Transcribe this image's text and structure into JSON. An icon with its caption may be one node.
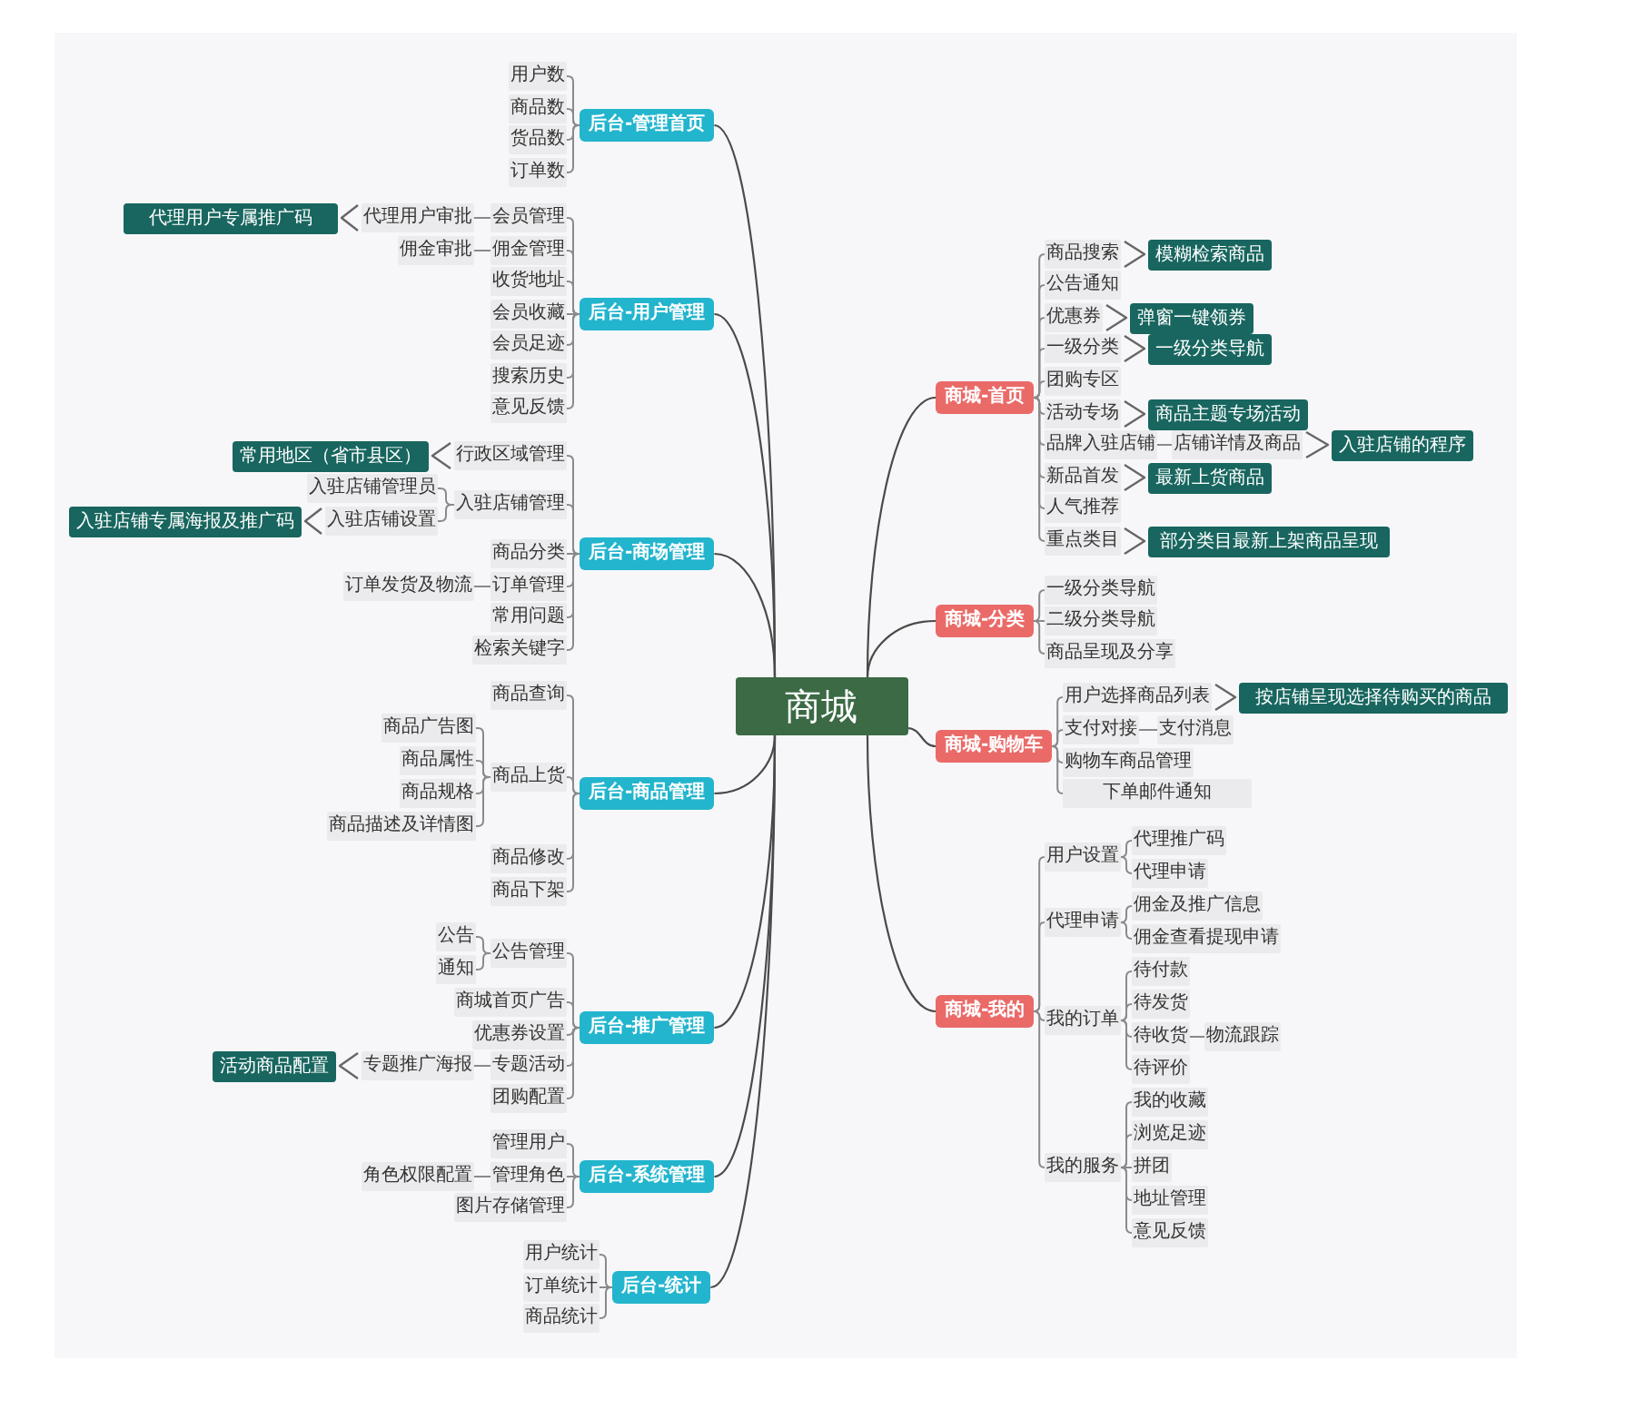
{
  "diagram": {
    "nodes": [
      {
        "text": [
          "商城"
        ]
      },
      {
        "text": [
          "后台-管理首页"
        ]
      },
      {
        "text": [
          "用户数"
        ]
      },
      {
        "text": [
          "商品数"
        ]
      },
      {
        "text": [
          "货品数"
        ]
      },
      {
        "text": [
          "订单数"
        ]
      },
      {
        "text": [
          "后台-用户管理"
        ]
      },
      {
        "text": [
          "会员管理"
        ]
      },
      {
        "text": [
          "代理用户审批"
        ]
      },
      {
        "text": [
          "代理用户专属推广码"
        ]
      },
      {
        "text": [
          "佣金管理"
        ]
      },
      {
        "text": [
          "佣金审批"
        ]
      },
      {
        "text": [
          "收货地址"
        ]
      },
      {
        "text": [
          "会员收藏"
        ]
      },
      {
        "text": [
          "会员足迹"
        ]
      },
      {
        "text": [
          "搜索历史"
        ]
      },
      {
        "text": [
          "意见反馈"
        ]
      },
      {
        "text": [
          "后台-商场管理"
        ]
      },
      {
        "text": [
          "行政区域管理"
        ]
      },
      {
        "text": [
          "常用地区（省市县区）"
        ]
      },
      {
        "text": [
          "入驻店铺管理"
        ]
      },
      {
        "text": [
          "入驻店铺管理员"
        ]
      },
      {
        "text": [
          "入驻店铺设置"
        ]
      },
      {
        "text": [
          "入驻店铺专属海报及推广码"
        ]
      },
      {
        "text": [
          "商品分类"
        ]
      },
      {
        "text": [
          "订单管理"
        ]
      },
      {
        "text": [
          "订单发货及物流"
        ]
      },
      {
        "text": [
          "常用问题"
        ]
      },
      {
        "text": [
          "检索关键字"
        ]
      },
      {
        "text": [
          "后台-商品管理"
        ]
      },
      {
        "text": [
          "商品查询"
        ]
      },
      {
        "text": [
          "商品上货"
        ]
      },
      {
        "text": [
          "商品广告图"
        ]
      },
      {
        "text": [
          "商品属性"
        ]
      },
      {
        "text": [
          "商品规格"
        ]
      },
      {
        "text": [
          "商品描述及详情图"
        ]
      },
      {
        "text": [
          "商品修改"
        ]
      },
      {
        "text": [
          "商品下架"
        ]
      },
      {
        "text": [
          "后台-推广管理"
        ]
      },
      {
        "text": [
          "公告管理"
        ]
      },
      {
        "text": [
          "公告"
        ]
      },
      {
        "text": [
          "通知"
        ]
      },
      {
        "text": [
          "商城首页广告"
        ]
      },
      {
        "text": [
          "优惠券设置"
        ]
      },
      {
        "text": [
          "专题活动"
        ]
      },
      {
        "text": [
          "专题推广海报"
        ]
      },
      {
        "text": [
          "活动商品配置"
        ]
      },
      {
        "text": [
          "团购配置"
        ]
      },
      {
        "text": [
          "后台-系统管理"
        ]
      },
      {
        "text": [
          "管理用户"
        ]
      },
      {
        "text": [
          "管理角色"
        ]
      },
      {
        "text": [
          "角色权限配置"
        ]
      },
      {
        "text": [
          "图片存储管理"
        ]
      },
      {
        "text": [
          "后台-统计"
        ]
      },
      {
        "text": [
          "用户统计"
        ]
      },
      {
        "text": [
          "订单统计"
        ]
      },
      {
        "text": [
          "商品统计"
        ]
      },
      {
        "text": [
          "商城-首页"
        ]
      },
      {
        "text": [
          "商品搜索"
        ]
      },
      {
        "text": [
          "模糊检索商品"
        ]
      },
      {
        "text": [
          "公告通知"
        ]
      },
      {
        "text": [
          "优惠券"
        ]
      },
      {
        "text": [
          "弹窗一键领券"
        ]
      },
      {
        "text": [
          "一级分类"
        ]
      },
      {
        "text": [
          "一级分类导航"
        ]
      },
      {
        "text": [
          "团购专区"
        ]
      },
      {
        "text": [
          "活动专场"
        ]
      },
      {
        "text": [
          "商品主题专场活动"
        ]
      },
      {
        "text": [
          "品牌入驻店铺"
        ]
      },
      {
        "text": [
          "店铺详情及商品"
        ]
      },
      {
        "text": [
          "入驻店铺的程序"
        ]
      },
      {
        "text": [
          "新品首发"
        ]
      },
      {
        "text": [
          "最新上货商品"
        ]
      },
      {
        "text": [
          "人气推荐"
        ]
      },
      {
        "text": [
          "重点类目"
        ]
      },
      {
        "text": [
          "部分类目最新上架商品呈现"
        ]
      },
      {
        "text": [
          "商城-分类"
        ]
      },
      {
        "text": [
          "一级分类导航"
        ]
      },
      {
        "text": [
          "二级分类导航"
        ]
      },
      {
        "text": [
          "商品呈现及分享"
        ]
      },
      {
        "text": [
          "商城-购物车"
        ]
      },
      {
        "text": [
          "用户选择商品列表"
        ]
      },
      {
        "text": [
          "按店铺呈现选择待购买的商品"
        ]
      },
      {
        "text": [
          "支付对接"
        ]
      },
      {
        "text": [
          "支付消息"
        ]
      },
      {
        "text": [
          "购物车商品管理"
        ]
      },
      {
        "text": [
          "下单邮件通知"
        ]
      },
      {
        "text": [
          "商城-我的"
        ]
      },
      {
        "text": [
          "用户设置"
        ]
      },
      {
        "text": [
          "代理推广码"
        ]
      },
      {
        "text": [
          "代理申请"
        ]
      },
      {
        "text": [
          "代理申请"
        ]
      },
      {
        "text": [
          "佣金及推广信息"
        ]
      },
      {
        "text": [
          "佣金查看提现申请"
        ]
      },
      {
        "text": [
          "我的订单"
        ]
      },
      {
        "text": [
          "待付款"
        ]
      },
      {
        "text": [
          "待发货"
        ]
      },
      {
        "text": [
          "待收货"
        ]
      },
      {
        "text": [
          "物流跟踪"
        ]
      },
      {
        "text": [
          "待评价"
        ]
      },
      {
        "text": [
          "我的服务"
        ]
      },
      {
        "text": [
          "我的收藏"
        ]
      },
      {
        "text": [
          "浏览足迹"
        ]
      },
      {
        "text": [
          "拼团"
        ]
      },
      {
        "text": [
          "地址管理"
        ]
      },
      {
        "text": [
          "意见反馈"
        ]
      }
    ],
    "edges": [
      {
        "from": 0,
        "to": 1,
        "arrow": "none"
      },
      {
        "from": 0,
        "to": 6,
        "arrow": "none"
      },
      {
        "from": 0,
        "to": 17,
        "arrow": "none"
      },
      {
        "from": 0,
        "to": 29,
        "arrow": "none"
      },
      {
        "from": 0,
        "to": 38,
        "arrow": "none"
      },
      {
        "from": 0,
        "to": 48,
        "arrow": "none"
      },
      {
        "from": 0,
        "to": 53,
        "arrow": "none"
      },
      {
        "from": 0,
        "to": 57,
        "arrow": "none"
      },
      {
        "from": 0,
        "to": 76,
        "arrow": "none"
      },
      {
        "from": 0,
        "to": 80,
        "arrow": "none"
      },
      {
        "from": 0,
        "to": 87,
        "arrow": "none"
      },
      {
        "from": 1,
        "to": 2,
        "arrow": "none"
      },
      {
        "from": 1,
        "to": 3,
        "arrow": "none"
      },
      {
        "from": 1,
        "to": 4,
        "arrow": "none"
      },
      {
        "from": 1,
        "to": 5,
        "arrow": "none"
      },
      {
        "from": 6,
        "to": 7,
        "arrow": "none"
      },
      {
        "from": 7,
        "to": 8,
        "arrow": "none"
      },
      {
        "from": 8,
        "to": 9,
        "arrow": "to"
      },
      {
        "from": 6,
        "to": 10,
        "arrow": "none"
      },
      {
        "from": 10,
        "to": 11,
        "arrow": "none"
      },
      {
        "from": 6,
        "to": 12,
        "arrow": "none"
      },
      {
        "from": 6,
        "to": 13,
        "arrow": "none"
      },
      {
        "from": 6,
        "to": 14,
        "arrow": "none"
      },
      {
        "from": 6,
        "to": 15,
        "arrow": "none"
      },
      {
        "from": 6,
        "to": 16,
        "arrow": "none"
      },
      {
        "from": 17,
        "to": 18,
        "arrow": "none"
      },
      {
        "from": 18,
        "to": 19,
        "arrow": "to"
      },
      {
        "from": 17,
        "to": 20,
        "arrow": "none"
      },
      {
        "from": 20,
        "to": 21,
        "arrow": "none"
      },
      {
        "from": 20,
        "to": 22,
        "arrow": "none"
      },
      {
        "from": 22,
        "to": 23,
        "arrow": "to"
      },
      {
        "from": 17,
        "to": 24,
        "arrow": "none"
      },
      {
        "from": 17,
        "to": 25,
        "arrow": "none"
      },
      {
        "from": 25,
        "to": 26,
        "arrow": "none"
      },
      {
        "from": 17,
        "to": 27,
        "arrow": "none"
      },
      {
        "from": 17,
        "to": 28,
        "arrow": "none"
      },
      {
        "from": 29,
        "to": 30,
        "arrow": "none"
      },
      {
        "from": 29,
        "to": 31,
        "arrow": "none"
      },
      {
        "from": 31,
        "to": 32,
        "arrow": "none"
      },
      {
        "from": 31,
        "to": 33,
        "arrow": "none"
      },
      {
        "from": 31,
        "to": 34,
        "arrow": "none"
      },
      {
        "from": 31,
        "to": 35,
        "arrow": "none"
      },
      {
        "from": 29,
        "to": 36,
        "arrow": "none"
      },
      {
        "from": 29,
        "to": 37,
        "arrow": "none"
      },
      {
        "from": 38,
        "to": 39,
        "arrow": "none"
      },
      {
        "from": 39,
        "to": 40,
        "arrow": "none"
      },
      {
        "from": 39,
        "to": 41,
        "arrow": "none"
      },
      {
        "from": 38,
        "to": 42,
        "arrow": "none"
      },
      {
        "from": 38,
        "to": 43,
        "arrow": "none"
      },
      {
        "from": 38,
        "to": 44,
        "arrow": "none"
      },
      {
        "from": 44,
        "to": 45,
        "arrow": "none"
      },
      {
        "from": 45,
        "to": 46,
        "arrow": "to"
      },
      {
        "from": 38,
        "to": 47,
        "arrow": "none"
      },
      {
        "from": 48,
        "to": 49,
        "arrow": "none"
      },
      {
        "from": 48,
        "to": 50,
        "arrow": "none"
      },
      {
        "from": 50,
        "to": 51,
        "arrow": "none"
      },
      {
        "from": 48,
        "to": 52,
        "arrow": "none"
      },
      {
        "from": 53,
        "to": 54,
        "arrow": "none"
      },
      {
        "from": 53,
        "to": 55,
        "arrow": "none"
      },
      {
        "from": 53,
        "to": 56,
        "arrow": "none"
      },
      {
        "from": 57,
        "to": 58,
        "arrow": "none"
      },
      {
        "from": 58,
        "to": 59,
        "arrow": "to"
      },
      {
        "from": 57,
        "to": 60,
        "arrow": "none"
      },
      {
        "from": 57,
        "to": 61,
        "arrow": "none"
      },
      {
        "from": 61,
        "to": 62,
        "arrow": "to"
      },
      {
        "from": 57,
        "to": 63,
        "arrow": "none"
      },
      {
        "from": 63,
        "to": 64,
        "arrow": "to"
      },
      {
        "from": 57,
        "to": 65,
        "arrow": "none"
      },
      {
        "from": 57,
        "to": 66,
        "arrow": "none"
      },
      {
        "from": 66,
        "to": 67,
        "arrow": "to"
      },
      {
        "from": 57,
        "to": 68,
        "arrow": "none"
      },
      {
        "from": 68,
        "to": 69,
        "arrow": "none"
      },
      {
        "from": 69,
        "to": 70,
        "arrow": "to"
      },
      {
        "from": 57,
        "to": 71,
        "arrow": "none"
      },
      {
        "from": 71,
        "to": 72,
        "arrow": "to"
      },
      {
        "from": 57,
        "to": 73,
        "arrow": "none"
      },
      {
        "from": 57,
        "to": 74,
        "arrow": "none"
      },
      {
        "from": 74,
        "to": 75,
        "arrow": "to"
      },
      {
        "from": 76,
        "to": 77,
        "arrow": "none"
      },
      {
        "from": 76,
        "to": 78,
        "arrow": "none"
      },
      {
        "from": 76,
        "to": 79,
        "arrow": "none"
      },
      {
        "from": 80,
        "to": 81,
        "arrow": "none"
      },
      {
        "from": 81,
        "to": 82,
        "arrow": "to"
      },
      {
        "from": 80,
        "to": 83,
        "arrow": "none"
      },
      {
        "from": 83,
        "to": 84,
        "arrow": "none"
      },
      {
        "from": 80,
        "to": 85,
        "arrow": "none"
      },
      {
        "from": 80,
        "to": 86,
        "arrow": "none"
      },
      {
        "from": 87,
        "to": 88,
        "arrow": "none"
      },
      {
        "from": 88,
        "to": 89,
        "arrow": "none"
      },
      {
        "from": 88,
        "to": 90,
        "arrow": "none"
      },
      {
        "from": 87,
        "to": 91,
        "arrow": "none"
      },
      {
        "from": 91,
        "to": 92,
        "arrow": "none"
      },
      {
        "from": 91,
        "to": 93,
        "arrow": "none"
      },
      {
        "from": 87,
        "to": 94,
        "arrow": "none"
      },
      {
        "from": 94,
        "to": 95,
        "arrow": "none"
      },
      {
        "from": 94,
        "to": 96,
        "arrow": "none"
      },
      {
        "from": 94,
        "to": 97,
        "arrow": "none"
      },
      {
        "from": 97,
        "to": 98,
        "arrow": "none"
      },
      {
        "from": 94,
        "to": 99,
        "arrow": "none"
      },
      {
        "from": 87,
        "to": 100,
        "arrow": "none"
      },
      {
        "from": 100,
        "to": 101,
        "arrow": "none"
      },
      {
        "from": 100,
        "to": 102,
        "arrow": "none"
      },
      {
        "from": 100,
        "to": 103,
        "arrow": "none"
      },
      {
        "from": 100,
        "to": 104,
        "arrow": "none"
      },
      {
        "from": 100,
        "to": 105,
        "arrow": "none"
      }
    ]
  }
}
